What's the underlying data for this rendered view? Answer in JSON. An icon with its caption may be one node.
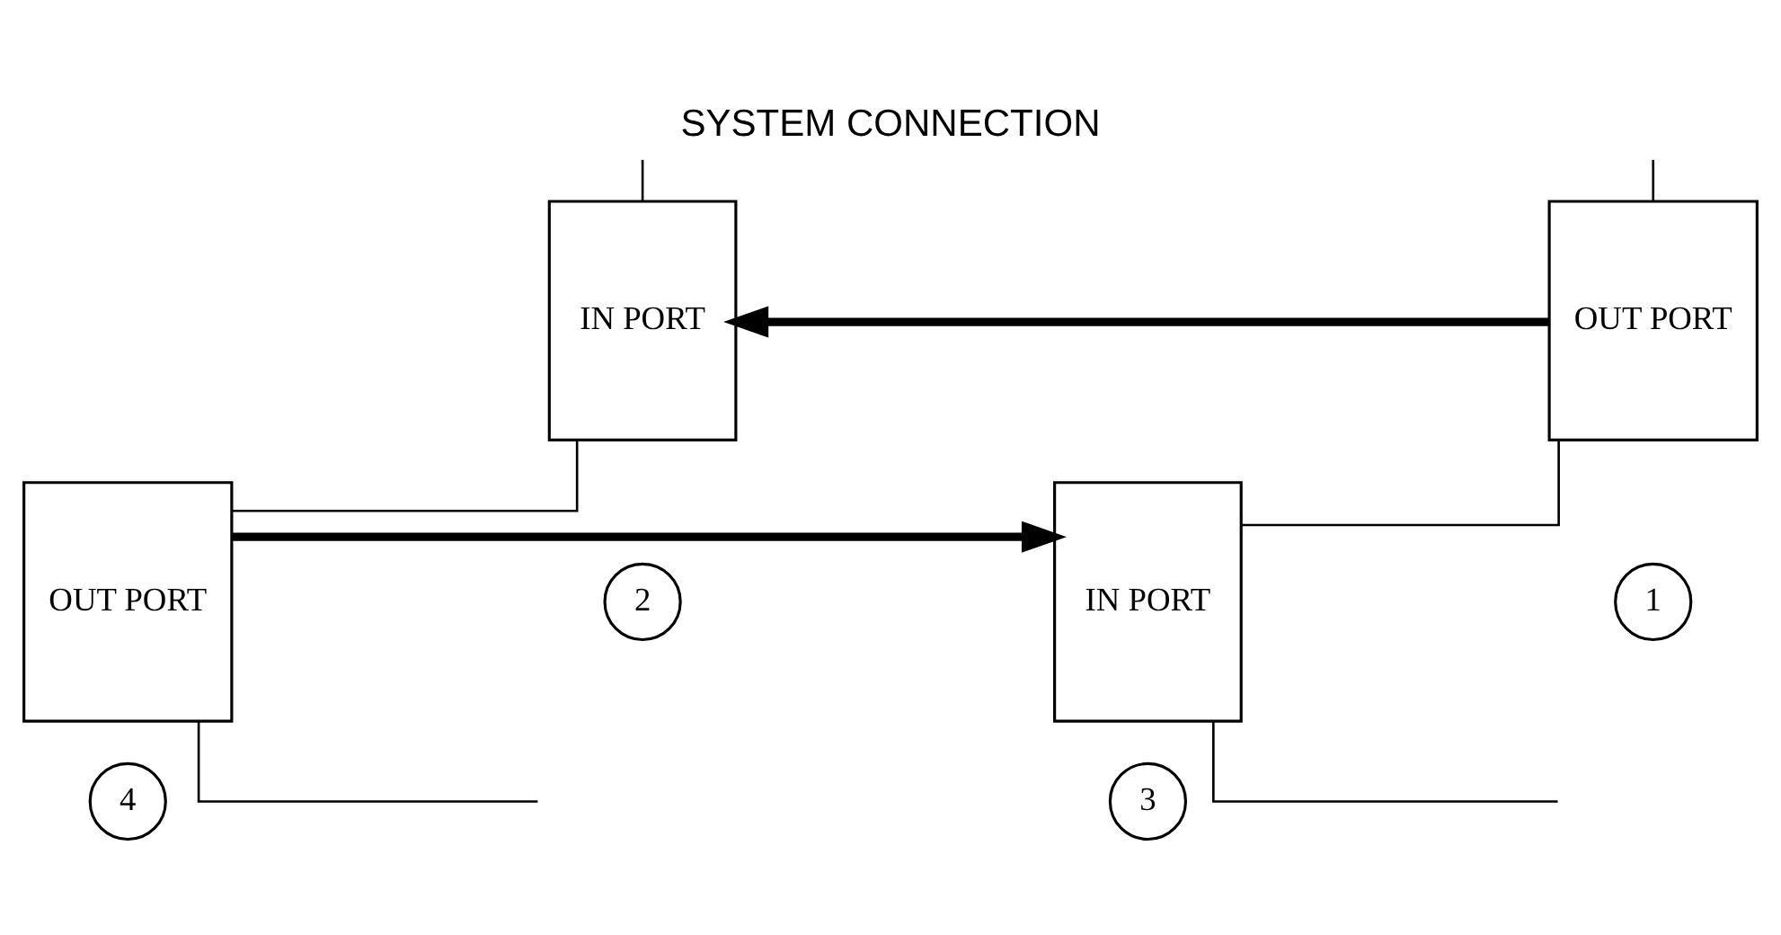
{
  "diagram": {
    "title": "SYSTEM CONNECTION",
    "nodes": [
      {
        "text": [
          "OUT PORT"
        ]
      },
      {
        "text": [
          "IN PORT"
        ]
      },
      {
        "text": [
          "IN PORT"
        ]
      },
      {
        "text": [
          "OUT PORT"
        ]
      },
      {
        "text": [
          "1"
        ]
      },
      {
        "text": [
          "2"
        ]
      },
      {
        "text": [
          "3"
        ]
      },
      {
        "text": [
          "4"
        ]
      }
    ],
    "edges": [
      {
        "from": 0,
        "to": 1,
        "arrow": "to",
        "style": "thick"
      },
      {
        "from": 3,
        "to": 2,
        "arrow": "to",
        "style": "thick"
      },
      {
        "from": 0,
        "to": 2,
        "arrow": "none"
      },
      {
        "from": 1,
        "to": 3,
        "arrow": "none"
      },
      {
        "from": 0,
        "to": null,
        "arrow": "none"
      },
      {
        "from": 1,
        "to": null,
        "arrow": "none"
      },
      {
        "from": 2,
        "to": null,
        "arrow": "none"
      },
      {
        "from": 3,
        "to": null,
        "arrow": "none"
      }
    ]
  }
}
